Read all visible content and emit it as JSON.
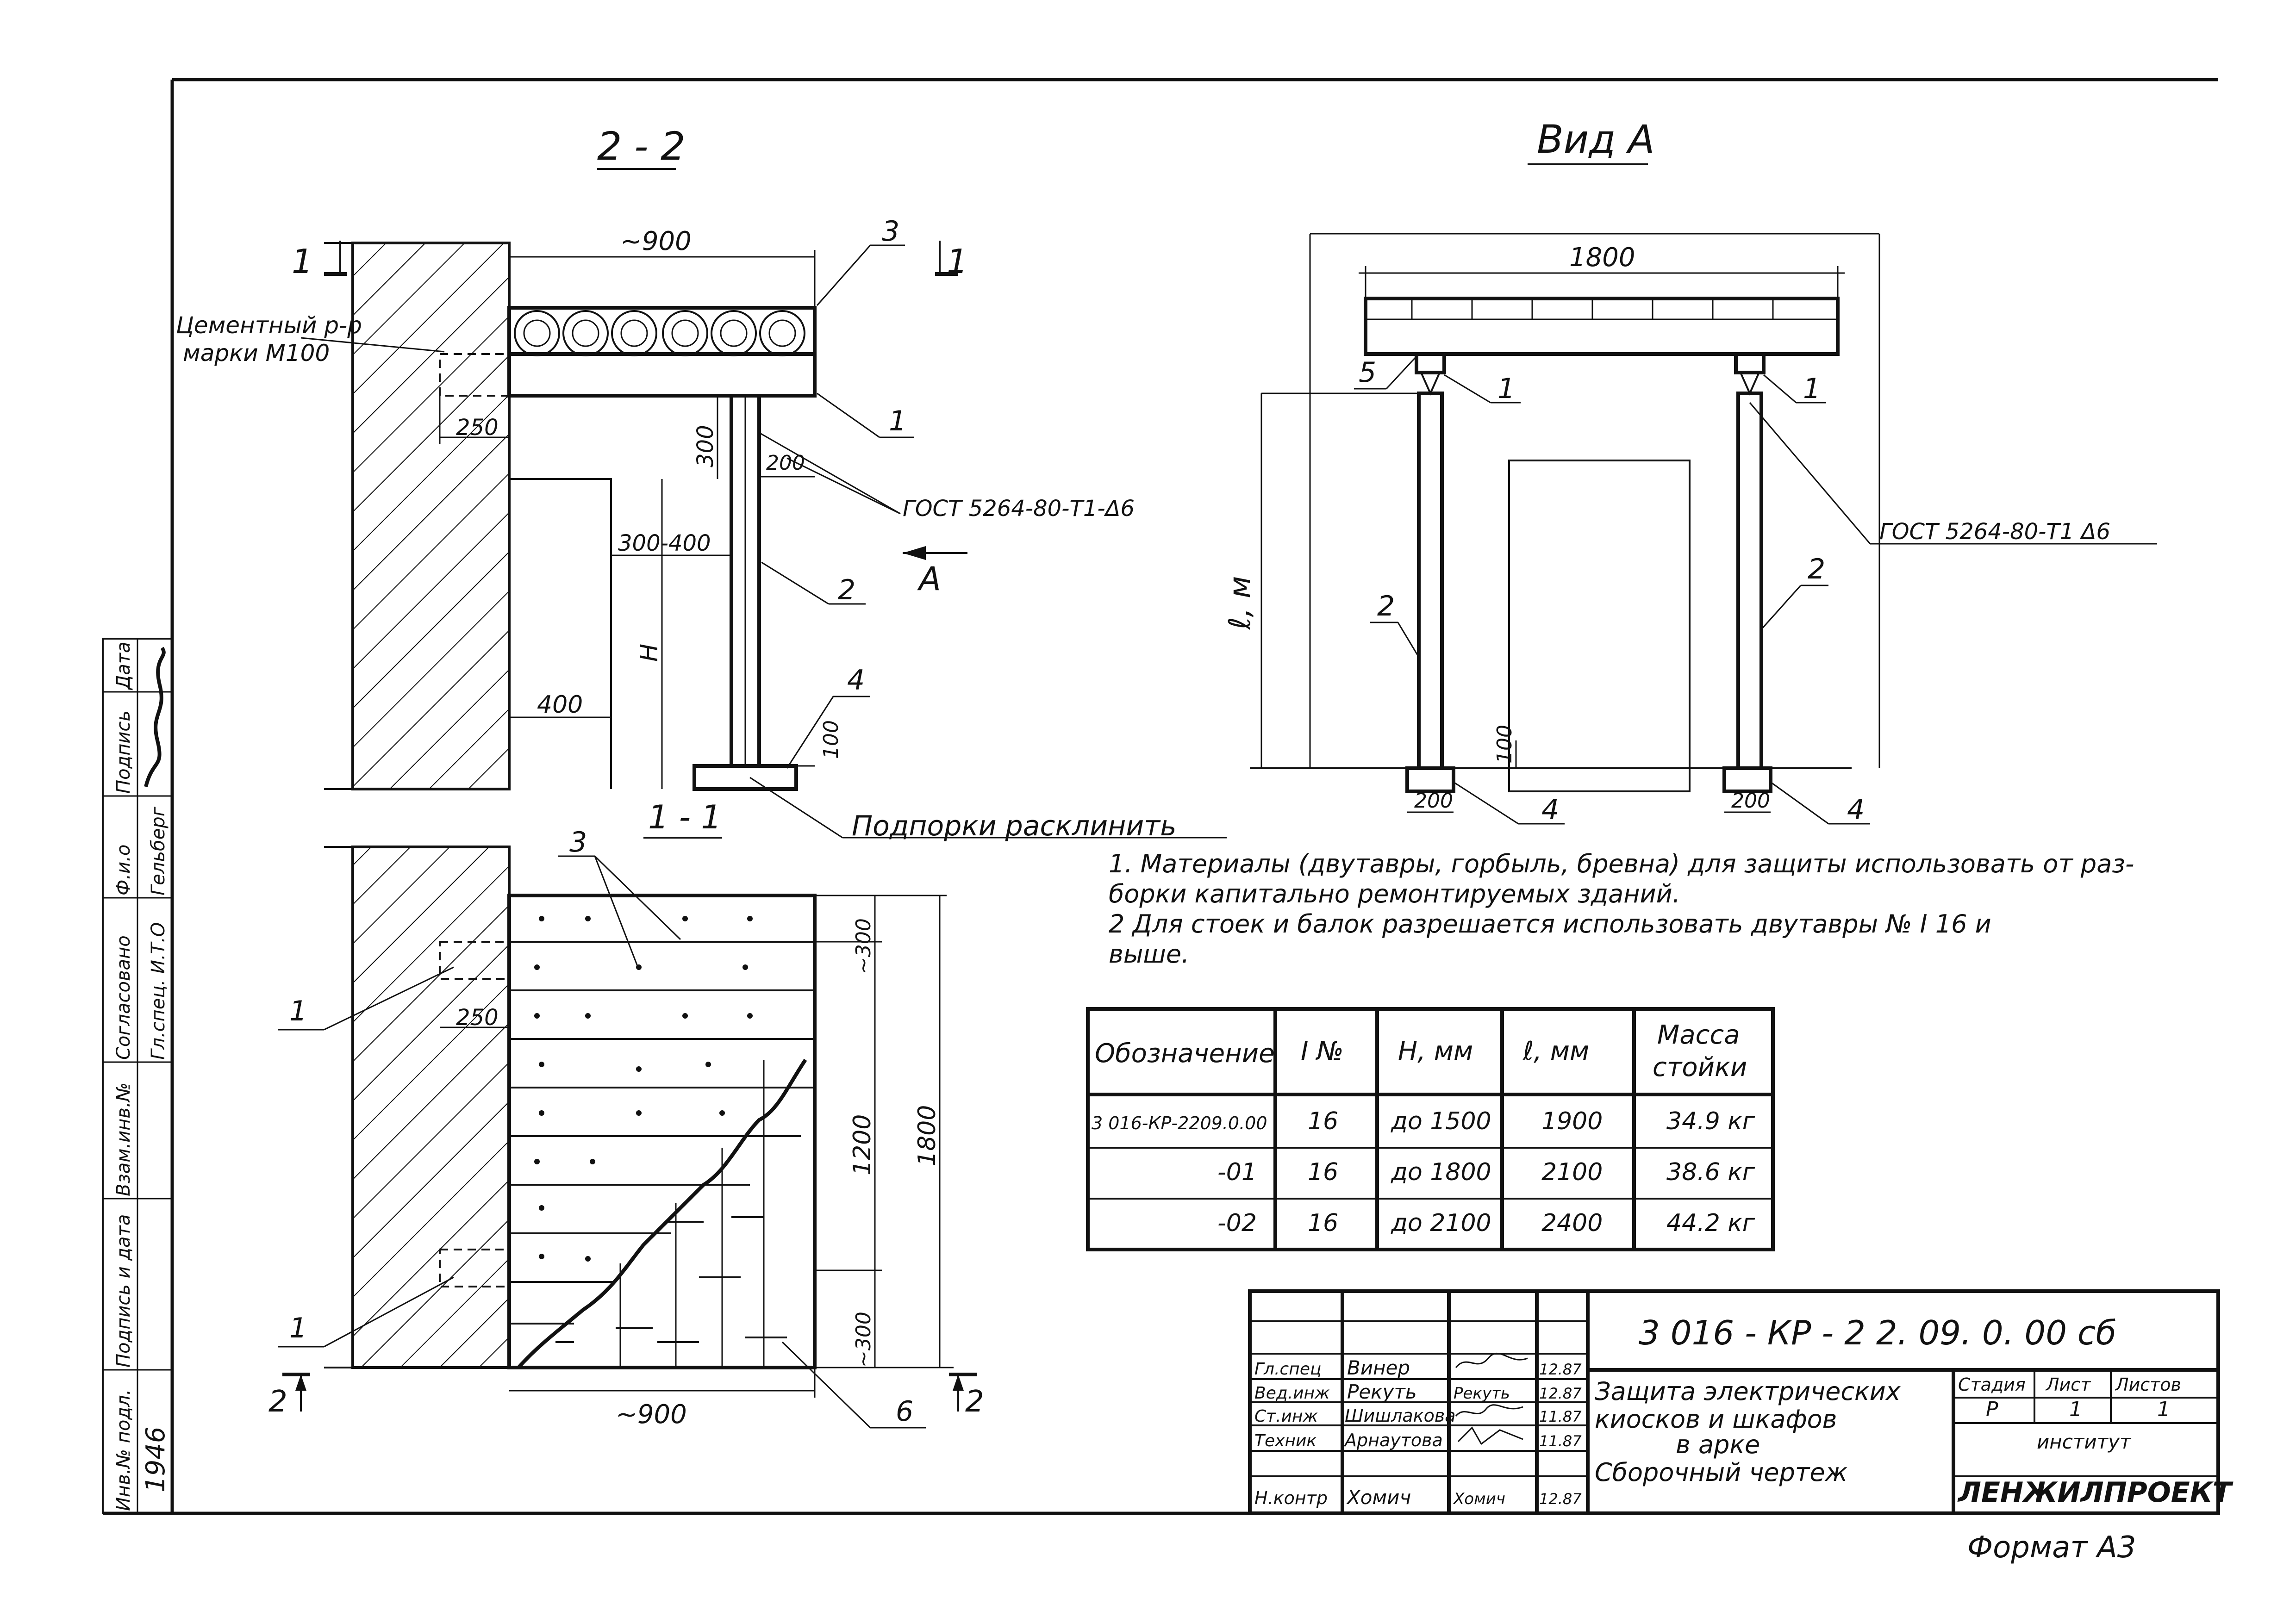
{
  "sections": {
    "s22": {
      "title": "2 - 2"
    },
    "vida": {
      "title": "Вид А"
    },
    "s11": {
      "title": "1 - 1"
    }
  },
  "callouts": {
    "n1": "1",
    "n2": "2",
    "n3": "3",
    "n4": "4",
    "n5": "5",
    "n6": "6",
    "cut1": "1",
    "cut2": "2",
    "arrowA": "А"
  },
  "labels": {
    "mortar_line1": "Цементный р-р",
    "mortar_line2": "марки М100",
    "weld": "ГОСТ 5264-80-Т1-Δ6",
    "weld_b": "ГОСТ 5264-80-Т1 Δ6",
    "wedge": "Подпорки расклинить",
    "l_m": "ℓ, м",
    "format": "Формат А3"
  },
  "dims": {
    "d900": "~900",
    "d250": "250",
    "d300": "300",
    "d200": "200",
    "d300_400": "300-400",
    "dH": "Н",
    "d400": "400",
    "d100": "100",
    "d1800": "1800",
    "d1200": "1200",
    "dt300": "~300"
  },
  "notes": [
    "1. Материалы (двутавры, горбыль, бревна) для защиты использовать от раз-",
    "борки капитально ремонтируемых зданий.",
    "2 Для стоек и балок разрешается  использовать двутавры № I 16 и",
    "выше."
  ],
  "spec_table": {
    "headers": [
      "Обозначение",
      "I №",
      "Н, мм",
      "ℓ, мм",
      "Масса",
      "стойки"
    ],
    "rows": [
      [
        "3 016-КР-2209.0.00",
        "16",
        "до 1500",
        "1900",
        "34.9 кг"
      ],
      [
        "-01",
        "16",
        "до 1800",
        "2100",
        "38.6 кг"
      ],
      [
        "-02",
        "16",
        "до 2100",
        "2400",
        "44.2 кг"
      ]
    ]
  },
  "title_block": {
    "code": "3 016 - КР - 2 2. 09. 0. 00 сб",
    "title_lines": [
      "Защита электрических",
      "киосков  и  шкафов",
      "в  арке",
      "Сборочный  чертеж"
    ],
    "stage_header": "Стадия",
    "sheet_header": "Лист",
    "sheets_header": "Листов",
    "stage": "Р",
    "sheet": "1",
    "sheets": "1",
    "institute": "институт",
    "org": "ЛЕНЖИЛПРОЕКТ",
    "people": [
      {
        "role": "Гл.спец",
        "name": "Винер",
        "sign": "",
        "date": "12.87"
      },
      {
        "role": "Вед.инж",
        "name": "Рекуть",
        "sign": "Рекуть",
        "date": "12.87"
      },
      {
        "role": "Ст.инж",
        "name": "Шишлакова",
        "sign": "",
        "date": "11.87"
      },
      {
        "role": "Техник",
        "name": "Арнаутова",
        "sign": "",
        "date": "11.87"
      },
      {
        "role": "Н.контр",
        "name": "Хомич",
        "sign": "Хомич",
        "date": "12.87"
      }
    ]
  },
  "side_stamp": {
    "agreed": "Согласовано",
    "fio": "Ф.и.о",
    "signature": "Подпись",
    "date": "Дата",
    "spec": "Гл.спец.  И.Т.О",
    "spec_name": "Гельберг",
    "inv_repl": "Взам.инв.№",
    "sign_date": "Подпись и дата",
    "inv_orig": "Инв.№ подл.",
    "inv_value": "1946"
  }
}
